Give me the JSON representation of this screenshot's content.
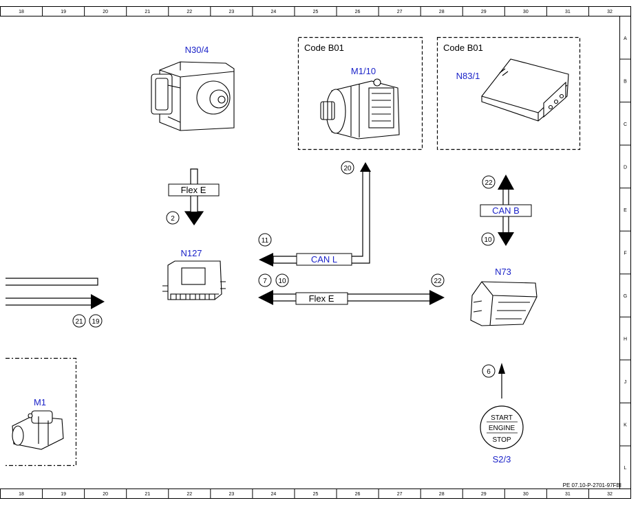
{
  "ruler": {
    "columns": [
      "18",
      "19",
      "20",
      "21",
      "22",
      "23",
      "24",
      "25",
      "26",
      "27",
      "28",
      "29",
      "30",
      "31",
      "32"
    ],
    "rows": [
      "A",
      "B",
      "C",
      "D",
      "E",
      "F",
      "G",
      "H",
      "J",
      "K",
      "L"
    ]
  },
  "components": {
    "n30_4": {
      "label": "N30/4"
    },
    "m1_10": {
      "label": "M1/10",
      "code": "Code B01"
    },
    "n83_1": {
      "label": "N83/1",
      "code": "Code B01"
    },
    "n127": {
      "label": "N127"
    },
    "n73": {
      "label": "N73"
    },
    "m1": {
      "label": "M1"
    },
    "s2_3": {
      "label": "S2/3",
      "line1": "START",
      "line2": "ENGINE",
      "line3": "STOP"
    }
  },
  "buses": {
    "flex_e_top": "Flex E",
    "can_l": "CAN L",
    "can_b": "CAN B",
    "flex_e_mid": "Flex E"
  },
  "refs": {
    "r2": "2",
    "r20": "20",
    "r22_top": "22",
    "r10_right": "10",
    "r11": "11",
    "r7": "7",
    "r10_mid": "10",
    "r22_mid": "22",
    "r21": "21",
    "r19": "19",
    "r6": "6"
  },
  "footer": {
    "code": "PE 07.10-P-2701-97FBI"
  }
}
